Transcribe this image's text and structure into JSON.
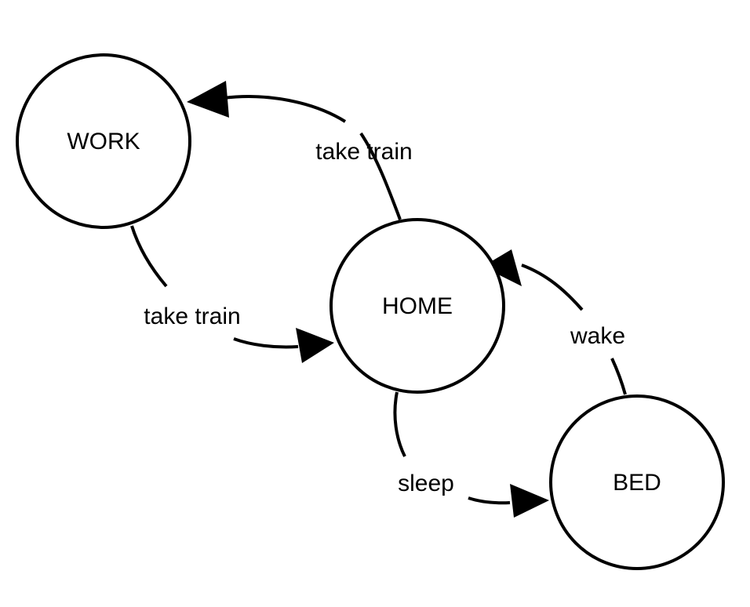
{
  "nodes": {
    "work": {
      "label": "WORK"
    },
    "home": {
      "label": "HOME"
    },
    "bed": {
      "label": "BED"
    }
  },
  "edges": {
    "home_to_work": {
      "label": "take train"
    },
    "work_to_home": {
      "label": "take train"
    },
    "bed_to_home": {
      "label": "wake"
    },
    "home_to_bed": {
      "label": "sleep"
    }
  },
  "colors": {
    "stroke": "#000000",
    "fill": "#ffffff"
  }
}
